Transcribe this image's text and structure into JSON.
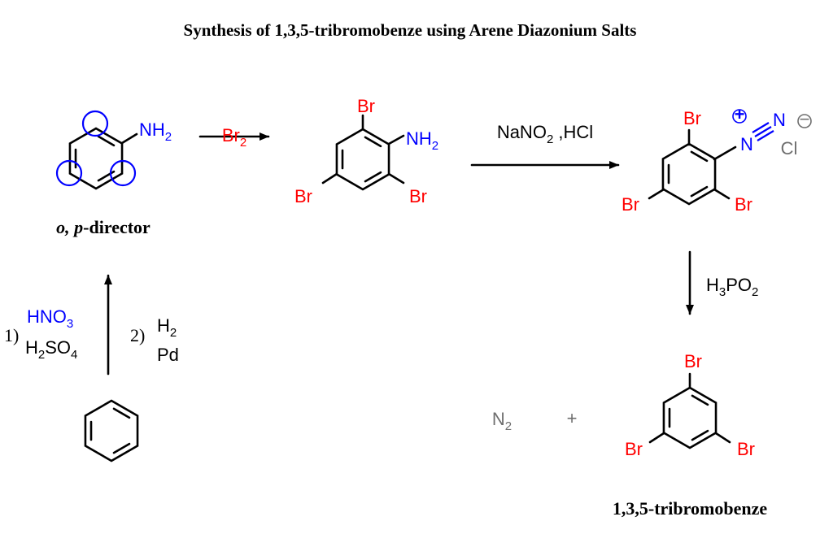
{
  "title": "Synthesis of 1,3,5-tribromobenze using Arene Diazonium Salts",
  "aniline": {
    "amine": "NH2",
    "label_italic": "o, p",
    "label_rest": "-director"
  },
  "step1": {
    "reagent": "Br2"
  },
  "tribromoaniline": {
    "br_top": "Br",
    "amine": "NH2",
    "br_left": "Br",
    "br_right": "Br"
  },
  "step2": {
    "reagent": "NaNO2 ,HCl"
  },
  "diazonium": {
    "br_top": "Br",
    "n1": "N",
    "n2": "N",
    "plus": "+",
    "minus": "−",
    "counterion": "Cl",
    "br_left": "Br",
    "br_right": "Br"
  },
  "step3": {
    "reagent": "H3PO2"
  },
  "nitration": {
    "step1_num": "1)",
    "reagent1a": "HNO3",
    "reagent1b": "H2SO4",
    "step2_num": "2)",
    "reagent2a": "H2",
    "reagent2b": "Pd"
  },
  "byproduct": {
    "n2": "N2",
    "plus": "+"
  },
  "product": {
    "br_top": "Br",
    "br_left": "Br",
    "br_right": "Br",
    "name": "1,3,5-tribromobenze"
  },
  "colors": {
    "bromine": "#ff0000",
    "nitrogen": "#0000ff",
    "byproduct": "#6e6e6e"
  }
}
